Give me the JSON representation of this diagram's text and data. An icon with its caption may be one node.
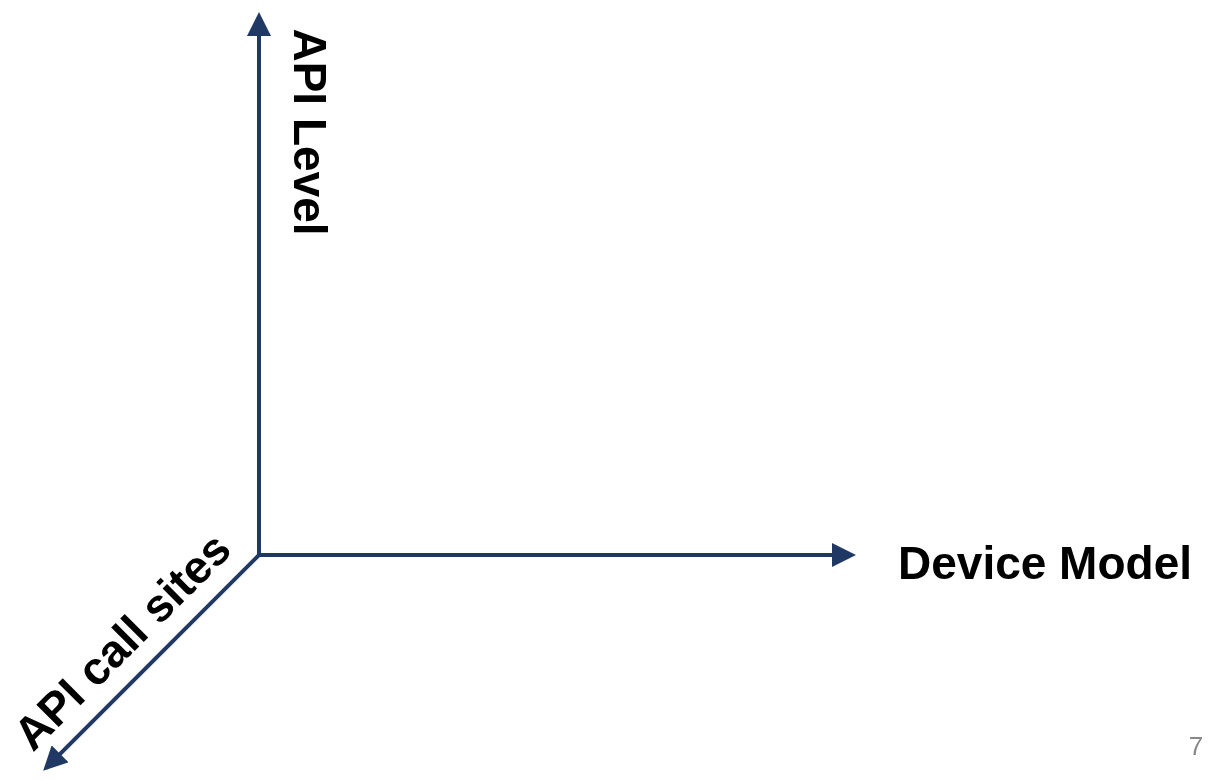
{
  "diagram": {
    "labels": [
      "API Level",
      "Device Model",
      "API call sites",
      "7"
    ]
  }
}
